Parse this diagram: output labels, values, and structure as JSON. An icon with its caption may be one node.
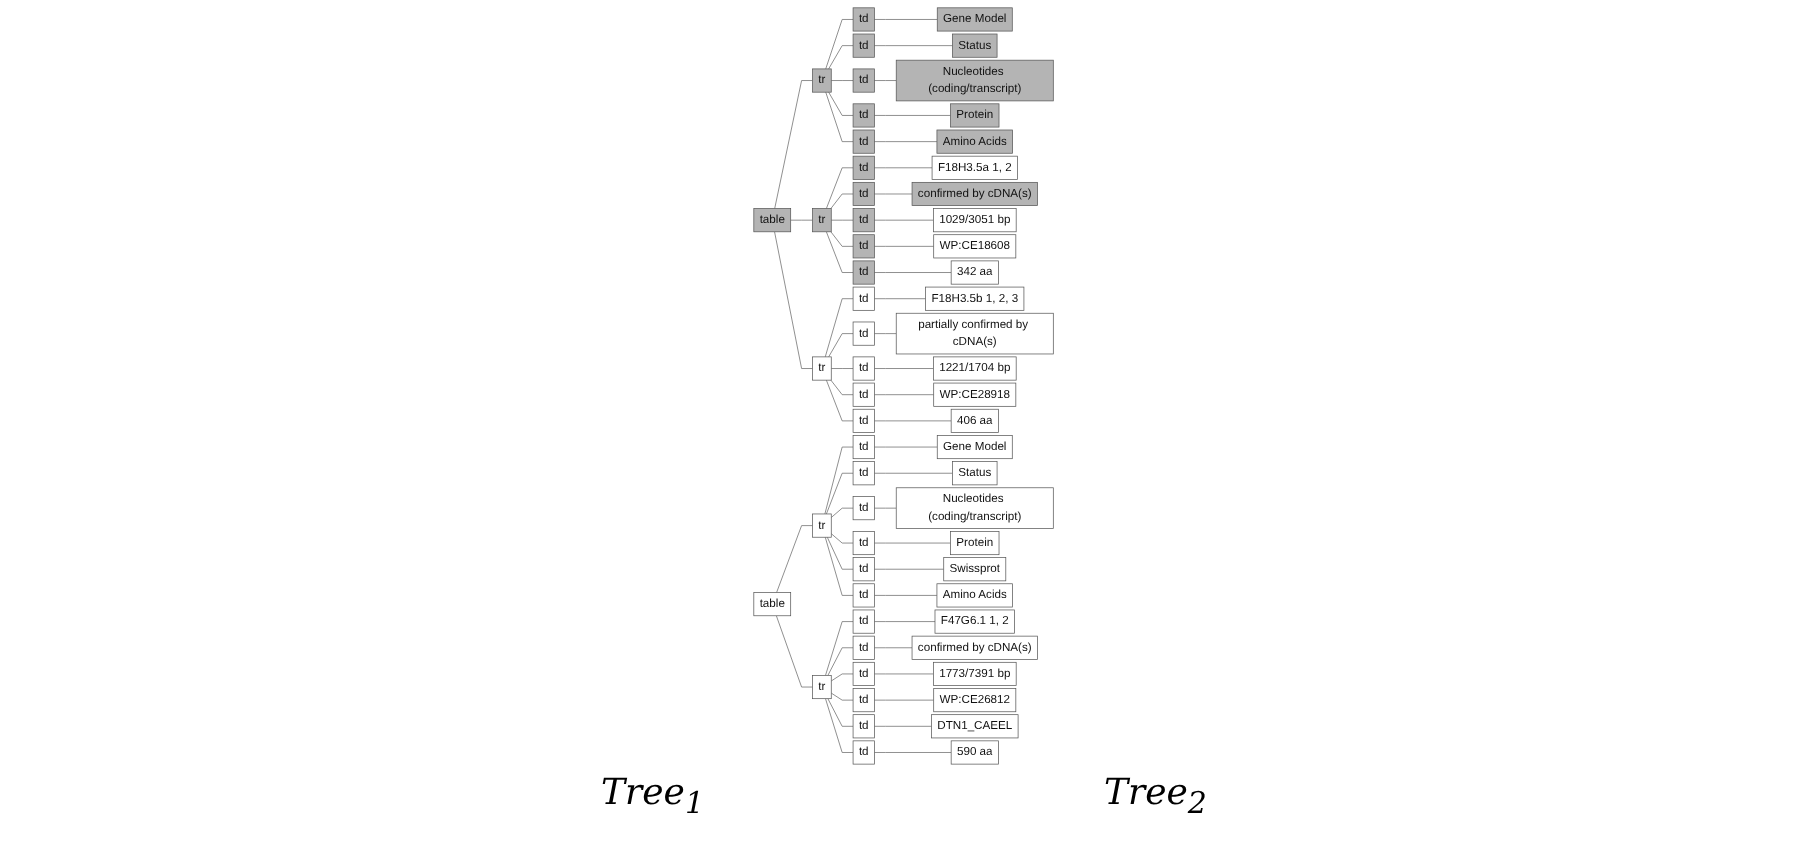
{
  "diagram": {
    "nodes": [
      {
        "text": [
          "table"
        ]
      },
      {
        "text": [
          "tr"
        ]
      },
      {
        "text": [
          "td"
        ]
      },
      {
        "text": [
          "Gene Model"
        ]
      },
      {
        "text": [
          "td"
        ]
      },
      {
        "text": [
          "Status"
        ]
      },
      {
        "text": [
          "td"
        ]
      },
      {
        "text": [
          "Nucleotides (coding/transcript)"
        ]
      },
      {
        "text": [
          "td"
        ]
      },
      {
        "text": [
          "Protein"
        ]
      },
      {
        "text": [
          "td"
        ]
      },
      {
        "text": [
          "Amino Acids"
        ]
      },
      {
        "text": [
          "tr"
        ]
      },
      {
        "text": [
          "td"
        ]
      },
      {
        "text": [
          "F18H3.5a 1, 2"
        ]
      },
      {
        "text": [
          "td"
        ]
      },
      {
        "text": [
          "confirmed by cDNA(s)"
        ]
      },
      {
        "text": [
          "td"
        ]
      },
      {
        "text": [
          "1029/3051 bp"
        ]
      },
      {
        "text": [
          "td"
        ]
      },
      {
        "text": [
          "WP:CE18608"
        ]
      },
      {
        "text": [
          "td"
        ]
      },
      {
        "text": [
          "342 aa"
        ]
      },
      {
        "text": [
          "tr"
        ]
      },
      {
        "text": [
          "td"
        ]
      },
      {
        "text": [
          "F18H3.5b 1, 2, 3"
        ]
      },
      {
        "text": [
          "td"
        ]
      },
      {
        "text": [
          "partially confirmed by cDNA(s)"
        ]
      },
      {
        "text": [
          "td"
        ]
      },
      {
        "text": [
          "1221/1704 bp"
        ]
      },
      {
        "text": [
          "td"
        ]
      },
      {
        "text": [
          "WP:CE28918"
        ]
      },
      {
        "text": [
          "td"
        ]
      },
      {
        "text": [
          "406 aa"
        ]
      },
      {
        "text": [
          "table"
        ]
      },
      {
        "text": [
          "tr"
        ]
      },
      {
        "text": [
          "td"
        ]
      },
      {
        "text": [
          "Gene Model"
        ]
      },
      {
        "text": [
          "td"
        ]
      },
      {
        "text": [
          "Status"
        ]
      },
      {
        "text": [
          "td"
        ]
      },
      {
        "text": [
          "Nucleotides (coding/transcript)"
        ]
      },
      {
        "text": [
          "td"
        ]
      },
      {
        "text": [
          "Protein"
        ]
      },
      {
        "text": [
          "td"
        ]
      },
      {
        "text": [
          "Swissprot"
        ]
      },
      {
        "text": [
          "td"
        ]
      },
      {
        "text": [
          "Amino Acids"
        ]
      },
      {
        "text": [
          "tr"
        ]
      },
      {
        "text": [
          "td"
        ]
      },
      {
        "text": [
          "F47G6.1 1, 2"
        ]
      },
      {
        "text": [
          "td"
        ]
      },
      {
        "text": [
          "confirmed by cDNA(s)"
        ]
      },
      {
        "text": [
          "td"
        ]
      },
      {
        "text": [
          "1773/7391 bp"
        ]
      },
      {
        "text": [
          "td"
        ]
      },
      {
        "text": [
          "WP:CE26812"
        ]
      },
      {
        "text": [
          "td"
        ]
      },
      {
        "text": [
          "DTN1_CAEEL"
        ]
      },
      {
        "text": [
          "td"
        ]
      },
      {
        "text": [
          "590 aa"
        ]
      }
    ],
    "edges": [
      {
        "from": 0,
        "to": 1,
        "arrow": "none"
      },
      {
        "from": 1,
        "to": 2,
        "arrow": "none"
      },
      {
        "from": 2,
        "to": 3,
        "arrow": "none"
      },
      {
        "from": 1,
        "to": 4,
        "arrow": "none"
      },
      {
        "from": 4,
        "to": 5,
        "arrow": "none"
      },
      {
        "from": 1,
        "to": 6,
        "arrow": "none"
      },
      {
        "from": 6,
        "to": 7,
        "arrow": "none"
      },
      {
        "from": 1,
        "to": 8,
        "arrow": "none"
      },
      {
        "from": 8,
        "to": 9,
        "arrow": "none"
      },
      {
        "from": 1,
        "to": 10,
        "arrow": "none"
      },
      {
        "from": 10,
        "to": 11,
        "arrow": "none"
      },
      {
        "from": 0,
        "to": 12,
        "arrow": "none"
      },
      {
        "from": 12,
        "to": 13,
        "arrow": "none"
      },
      {
        "from": 13,
        "to": 14,
        "arrow": "none"
      },
      {
        "from": 12,
        "to": 15,
        "arrow": "none"
      },
      {
        "from": 15,
        "to": 16,
        "arrow": "none"
      },
      {
        "from": 12,
        "to": 17,
        "arrow": "none"
      },
      {
        "from": 17,
        "to": 18,
        "arrow": "none"
      },
      {
        "from": 12,
        "to": 19,
        "arrow": "none"
      },
      {
        "from": 19,
        "to": 20,
        "arrow": "none"
      },
      {
        "from": 12,
        "to": 21,
        "arrow": "none"
      },
      {
        "from": 21,
        "to": 22,
        "arrow": "none"
      },
      {
        "from": 0,
        "to": 23,
        "arrow": "none"
      },
      {
        "from": 23,
        "to": 24,
        "arrow": "none"
      },
      {
        "from": 24,
        "to": 25,
        "arrow": "none"
      },
      {
        "from": 23,
        "to": 26,
        "arrow": "none"
      },
      {
        "from": 26,
        "to": 27,
        "arrow": "none"
      },
      {
        "from": 23,
        "to": 28,
        "arrow": "none"
      },
      {
        "from": 28,
        "to": 29,
        "arrow": "none"
      },
      {
        "from": 23,
        "to": 30,
        "arrow": "none"
      },
      {
        "from": 30,
        "to": 31,
        "arrow": "none"
      },
      {
        "from": 23,
        "to": 32,
        "arrow": "none"
      },
      {
        "from": 32,
        "to": 33,
        "arrow": "none"
      },
      {
        "from": 34,
        "to": 35,
        "arrow": "none"
      },
      {
        "from": 35,
        "to": 36,
        "arrow": "none"
      },
      {
        "from": 36,
        "to": 37,
        "arrow": "none"
      },
      {
        "from": 35,
        "to": 38,
        "arrow": "none"
      },
      {
        "from": 38,
        "to": 39,
        "arrow": "none"
      },
      {
        "from": 35,
        "to": 40,
        "arrow": "none"
      },
      {
        "from": 40,
        "to": 41,
        "arrow": "none"
      },
      {
        "from": 35,
        "to": 42,
        "arrow": "none"
      },
      {
        "from": 42,
        "to": 43,
        "arrow": "none"
      },
      {
        "from": 35,
        "to": 44,
        "arrow": "none"
      },
      {
        "from": 44,
        "to": 45,
        "arrow": "none"
      },
      {
        "from": 35,
        "to": 46,
        "arrow": "none"
      },
      {
        "from": 46,
        "to": 47,
        "arrow": "none"
      },
      {
        "from": 34,
        "to": 48,
        "arrow": "none"
      },
      {
        "from": 48,
        "to": 49,
        "arrow": "none"
      },
      {
        "from": 49,
        "to": 50,
        "arrow": "none"
      },
      {
        "from": 48,
        "to": 51,
        "arrow": "none"
      },
      {
        "from": 51,
        "to": 52,
        "arrow": "none"
      },
      {
        "from": 48,
        "to": 53,
        "arrow": "none"
      },
      {
        "from": 53,
        "to": 54,
        "arrow": "none"
      },
      {
        "from": 48,
        "to": 55,
        "arrow": "none"
      },
      {
        "from": 55,
        "to": 56,
        "arrow": "none"
      },
      {
        "from": 48,
        "to": 57,
        "arrow": "none"
      },
      {
        "from": 57,
        "to": 58,
        "arrow": "none"
      },
      {
        "from": 48,
        "to": 59,
        "arrow": "none"
      },
      {
        "from": 59,
        "to": 60,
        "arrow": "none"
      }
    ],
    "labels": [
      "Tree$_{1}$",
      "Tree$_{2}$"
    ]
  }
}
